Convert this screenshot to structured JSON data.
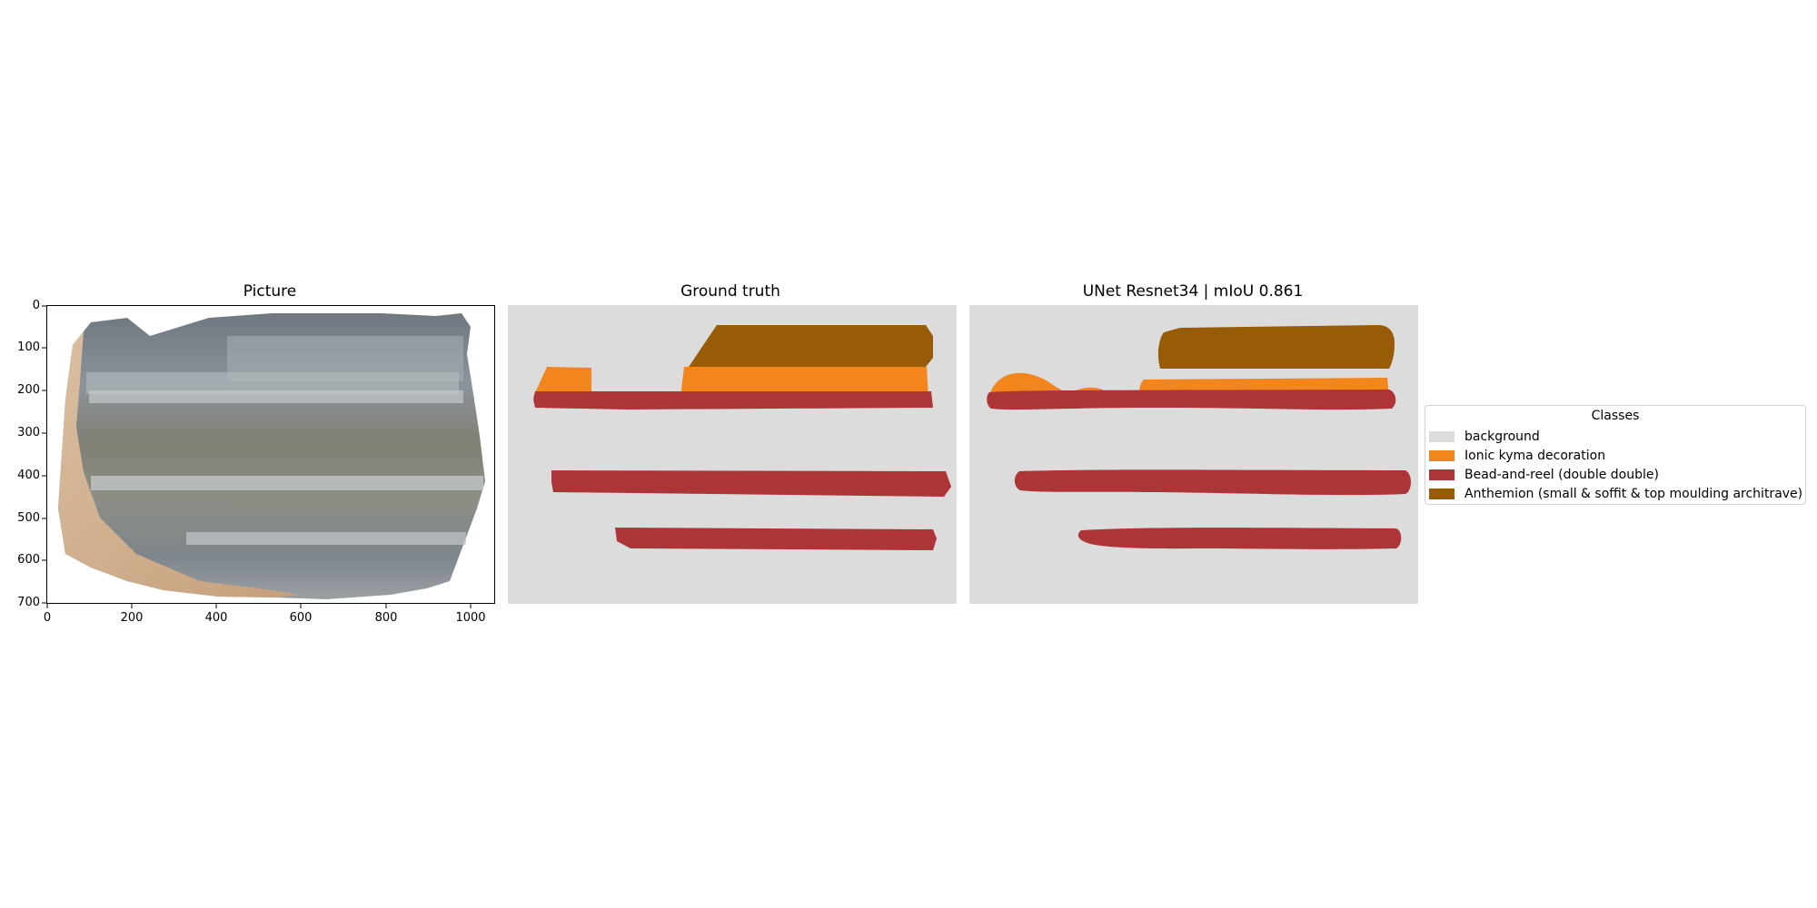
{
  "panels": {
    "picture": {
      "title": "Picture"
    },
    "ground_truth": {
      "title": "Ground truth"
    },
    "prediction": {
      "title": "UNet Resnet34 | mIoU 0.861"
    }
  },
  "axes": {
    "y_ticks": [
      "0",
      "100",
      "200",
      "300",
      "400",
      "500",
      "600",
      "700"
    ],
    "x_ticks": [
      "0",
      "200",
      "400",
      "600",
      "800",
      "1000"
    ]
  },
  "legend": {
    "title": "Classes",
    "items": [
      {
        "label": "background",
        "color": "#dcdcdc"
      },
      {
        "label": "Ionic kyma decoration",
        "color": "#f2861c"
      },
      {
        "label": "Bead-and-reel (double double)",
        "color": "#ad3538"
      },
      {
        "label": "Anthemion (small & soffit & top moulding architrave)",
        "color": "#985b06"
      }
    ]
  }
}
